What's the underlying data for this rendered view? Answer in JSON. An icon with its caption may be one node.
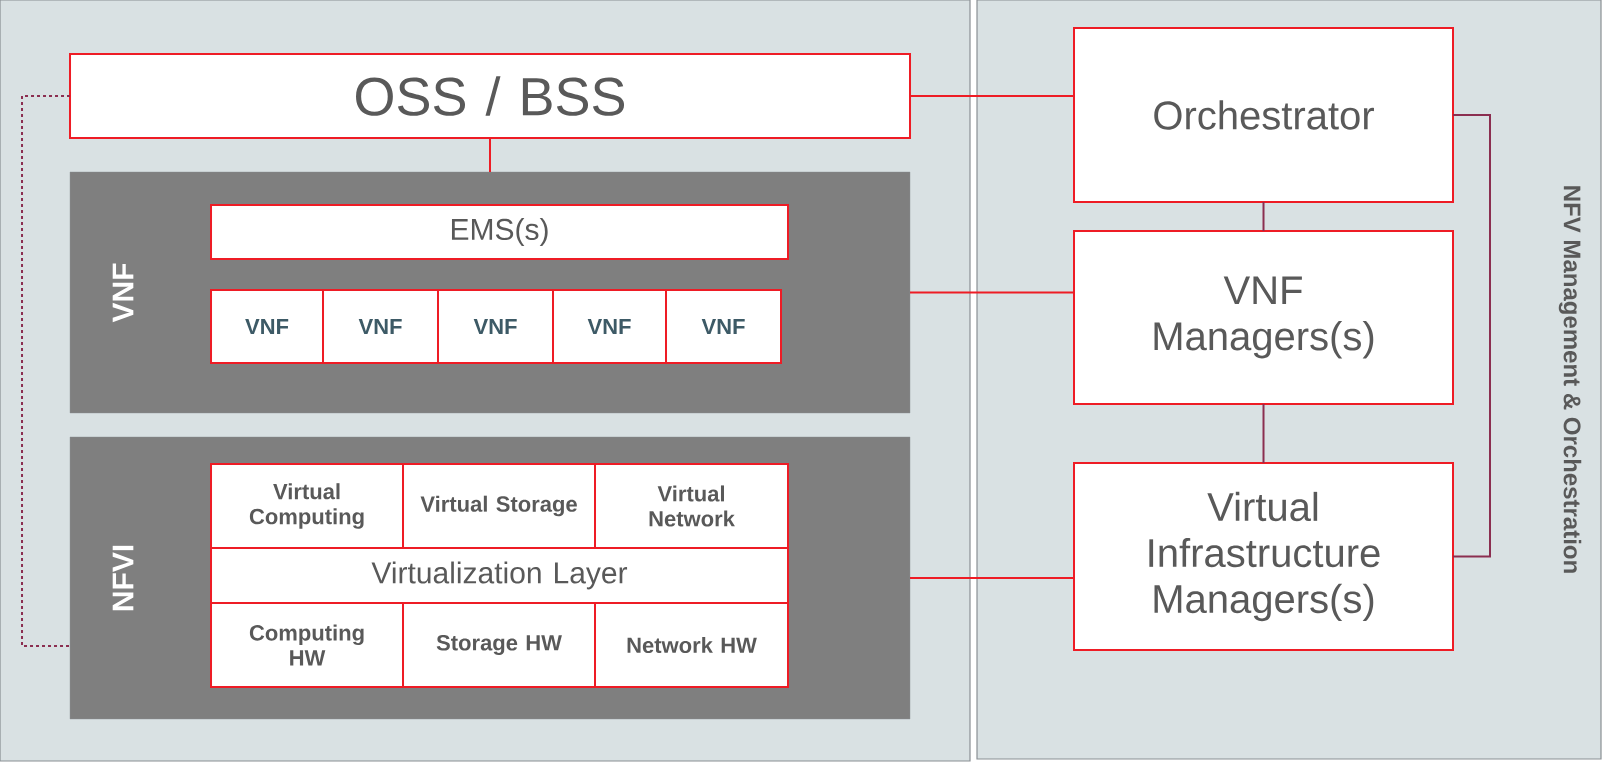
{
  "diagram": {
    "nodes": [
      {
        "text": [],
        "shape": "box"
      },
      {
        "text": [
          "OSS / BSS"
        ],
        "in": 0
      },
      {
        "text": [
          "VNF"
        ],
        "in": 0
      },
      {
        "text": [
          "EMS(s)"
        ],
        "in": 2
      },
      {
        "text": [
          "VNF"
        ],
        "in": 2
      },
      {
        "text": [
          "VNF"
        ],
        "in": 2
      },
      {
        "text": [
          "VNF"
        ],
        "in": 2
      },
      {
        "text": [
          "VNF"
        ],
        "in": 2
      },
      {
        "text": [
          "VNF"
        ],
        "in": 2
      },
      {
        "text": [
          "NFVI"
        ],
        "in": 0
      },
      {
        "text": [
          "Virtual Computing"
        ],
        "in": 9
      },
      {
        "text": [
          "Virtual Storage"
        ],
        "in": 9
      },
      {
        "text": [
          "Virtual Network"
        ],
        "in": 9
      },
      {
        "text": [
          "Virtualization Layer"
        ],
        "in": 9
      },
      {
        "text": [
          "Computing HW"
        ],
        "in": 9
      },
      {
        "text": [
          "Storage HW"
        ],
        "in": 9
      },
      {
        "text": [
          "Network HW"
        ],
        "in": 9
      },
      {
        "text": [
          "NFV Management & Orchestration"
        ]
      },
      {
        "text": [
          "Orchestrator"
        ],
        "in": 17
      },
      {
        "text": [
          "VNF Managers(s)"
        ],
        "in": 17
      },
      {
        "text": [
          "Virtual Infrastructure Managers(s)"
        ],
        "in": 17
      }
    ],
    "edges": [
      {
        "from": 1,
        "to": 18,
        "arrow": "none"
      },
      {
        "from": 1,
        "to": 2,
        "arrow": "none"
      },
      {
        "from": 2,
        "to": 19,
        "arrow": "none"
      },
      {
        "from": 9,
        "to": 20,
        "arrow": "none"
      },
      {
        "from": 18,
        "to": 19,
        "arrow": "none",
        "color": "#8b2e50"
      },
      {
        "from": 19,
        "to": 20,
        "arrow": "none",
        "color": "#8b2e50"
      },
      {
        "from": 18,
        "to": 20,
        "arrow": "none",
        "color": "#8b2e50"
      },
      {
        "from": 1,
        "to": 9,
        "arrow": "none",
        "style": "dashed",
        "color": "#8b2e50"
      }
    ]
  }
}
